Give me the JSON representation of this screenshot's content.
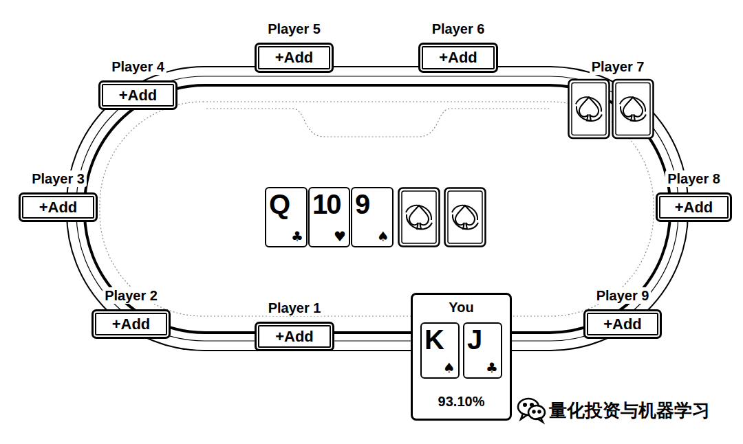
{
  "diagram": {
    "nodes": [
      {
        "text": [
          "Player 5",
          "+Add"
        ]
      },
      {
        "text": [
          "Player 6",
          "+Add"
        ]
      },
      {
        "text": [
          "Player 4",
          "+Add"
        ]
      },
      {
        "text": [
          "Player 3",
          "+Add"
        ]
      },
      {
        "text": [
          "Q",
          "♣"
        ]
      },
      {
        "text": [
          "10",
          "♥"
        ]
      },
      {
        "text": [
          "9",
          "♠"
        ]
      },
      {
        "text": [
          "Player 8",
          "+Add"
        ]
      },
      {
        "text": [
          "Player 2",
          "+Add"
        ]
      },
      {
        "text": [
          "Player 1",
          "+Add"
        ]
      },
      {
        "text": [
          "You",
          "93.10%"
        ]
      },
      {
        "text": [
          "K",
          "♠"
        ],
        "in": 10
      },
      {
        "text": [
          "J",
          "♣"
        ],
        "in": 10
      },
      {
        "text": [
          "Player 9",
          "+Add"
        ]
      }
    ],
    "labels": [
      "Player 7",
      "量化投资与机器学习"
    ]
  }
}
